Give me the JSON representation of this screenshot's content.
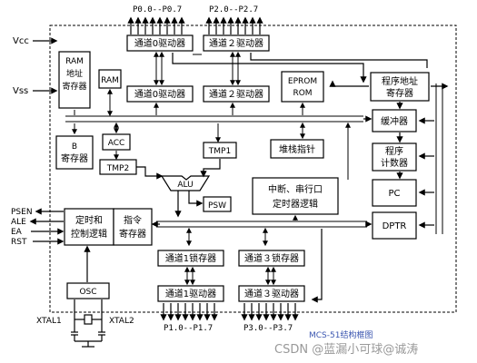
{
  "ports": {
    "p0": "P0.0--P0.7",
    "p2": "P2.0--P2.7",
    "p1": "P1.0--P1.7",
    "p3": "P3.0--P3.7"
  },
  "power": {
    "vcc": "Vcc",
    "vss": "Vss"
  },
  "blocks": {
    "ch0_driver_top": "通道0驱动器",
    "ch2_driver_top": "通道２驱动器",
    "ch0_driver_mid": "通道0驱动器",
    "ch2_driver_mid": "通道２驱动器",
    "ram_addr_reg": [
      "RAM",
      "地址",
      "寄存器"
    ],
    "ram": "RAM",
    "eprom_rom": [
      "EPROM",
      "ROM"
    ],
    "prog_addr_reg": [
      "程序地址",
      "寄存器"
    ],
    "buffer": "缓冲器",
    "prog_counter": [
      "程序",
      "计数器"
    ],
    "pc": "PC",
    "dptr": "DPTR",
    "acc": "ACC",
    "b_reg": [
      "B",
      "寄存器"
    ],
    "tmp2": "TMP2",
    "tmp1": "TMP1",
    "stack_ptr": "堆栈指针",
    "alu": "ALU",
    "psw": "PSW",
    "interrupt": [
      "中断、串行口",
      "定时器逻辑"
    ],
    "timing_ctrl": [
      "定时和",
      "控制逻辑"
    ],
    "instr_reg": [
      "指令",
      "寄存器"
    ],
    "osc": "OSC",
    "ch1_latch": "通道1锁存器",
    "ch3_latch": "通道３锁存器",
    "ch1_driver": "通道1驱动器",
    "ch3_driver": "通道３驱动器"
  },
  "control_pins": [
    "PSEN",
    "ALE",
    "EA",
    "RST"
  ],
  "crystal": {
    "xtal1": "XTAL1",
    "xtal2": "XTAL2"
  },
  "caption": "MCS-51结构框图",
  "watermark": "CSDN @蓝漏小可球@诚涛"
}
